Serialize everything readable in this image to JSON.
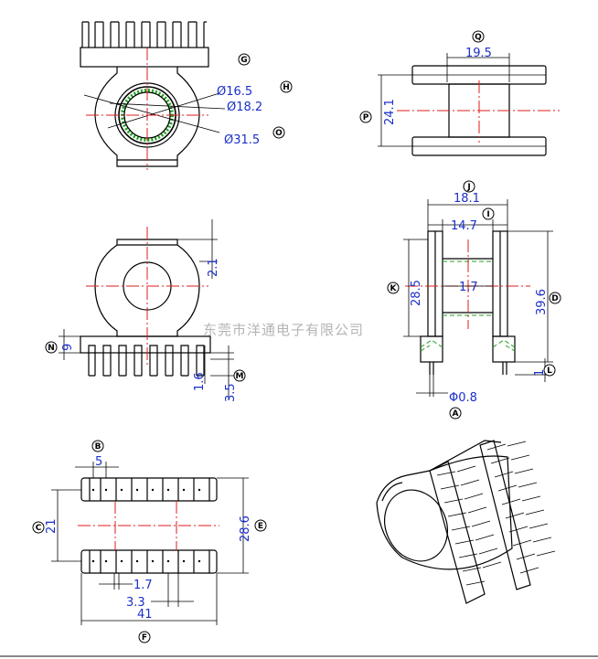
{
  "watermark": "东莞市洋通电子有限公司",
  "dimensions": {
    "d16_5": "Ø16.5",
    "d18_2": "Ø18.2",
    "d31_5": "Ø31.5",
    "d19_5": "19.5",
    "d24_1": "24.1",
    "d18_1": "18.1",
    "d14_7": "14.7",
    "d28_5": "28.5",
    "d1_7a": "1.7",
    "d39_6": "39.6",
    "d1": "1",
    "d0_8": "Φ0.8",
    "d2_1": "2.1",
    "d9": "9",
    "d1_6": "1.6",
    "d3_5": "3.5",
    "d5": "5",
    "d21": "21",
    "d28_6": "28.6",
    "d1_7b": "1.7",
    "d3_3": "3.3",
    "d41": "41"
  },
  "callouts": [
    "A",
    "B",
    "C",
    "D",
    "E",
    "F",
    "G",
    "H",
    "I",
    "J",
    "K",
    "L",
    "M",
    "N",
    "O",
    "P",
    "Q"
  ]
}
